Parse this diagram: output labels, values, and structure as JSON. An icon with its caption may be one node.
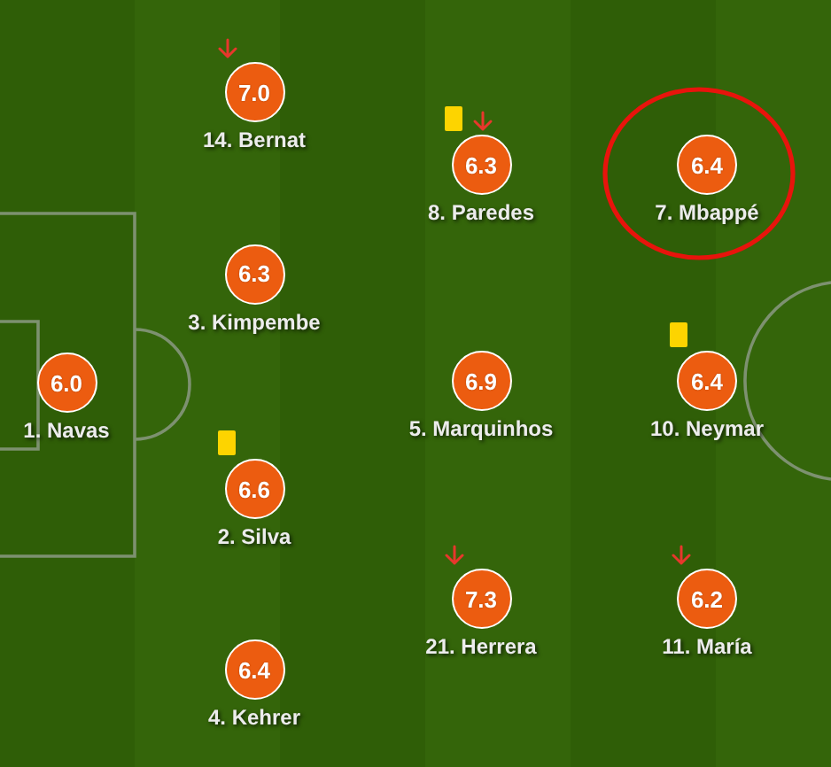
{
  "diagram": {
    "nodes": [
      {
        "text": [
          "6.0"
        ],
        "beside": [
          "1. Navas"
        ]
      },
      {
        "text": [
          "7.0"
        ],
        "beside": [
          "14. Bernat"
        ]
      },
      {
        "text": [
          "6.3"
        ],
        "beside": [
          "3. Kimpembe"
        ]
      },
      {
        "text": [
          "6.6"
        ],
        "beside": [
          "2. Silva"
        ]
      },
      {
        "text": [
          "6.4"
        ],
        "beside": [
          "4. Kehrer"
        ]
      },
      {
        "text": [
          "6.3"
        ],
        "beside": [
          "8. Paredes"
        ]
      },
      {
        "text": [
          "6.9"
        ],
        "beside": [
          "5. Marquinhos"
        ]
      },
      {
        "text": [
          "7.3"
        ],
        "beside": [
          "21. Herrera"
        ]
      },
      {
        "text": [
          "6.4"
        ],
        "beside": [
          "7. Mbappé"
        ]
      },
      {
        "text": [
          "6.4"
        ],
        "beside": [
          "10. Neymar"
        ]
      },
      {
        "text": [
          "6.2"
        ],
        "beside": [
          "11. María"
        ]
      }
    ]
  }
}
